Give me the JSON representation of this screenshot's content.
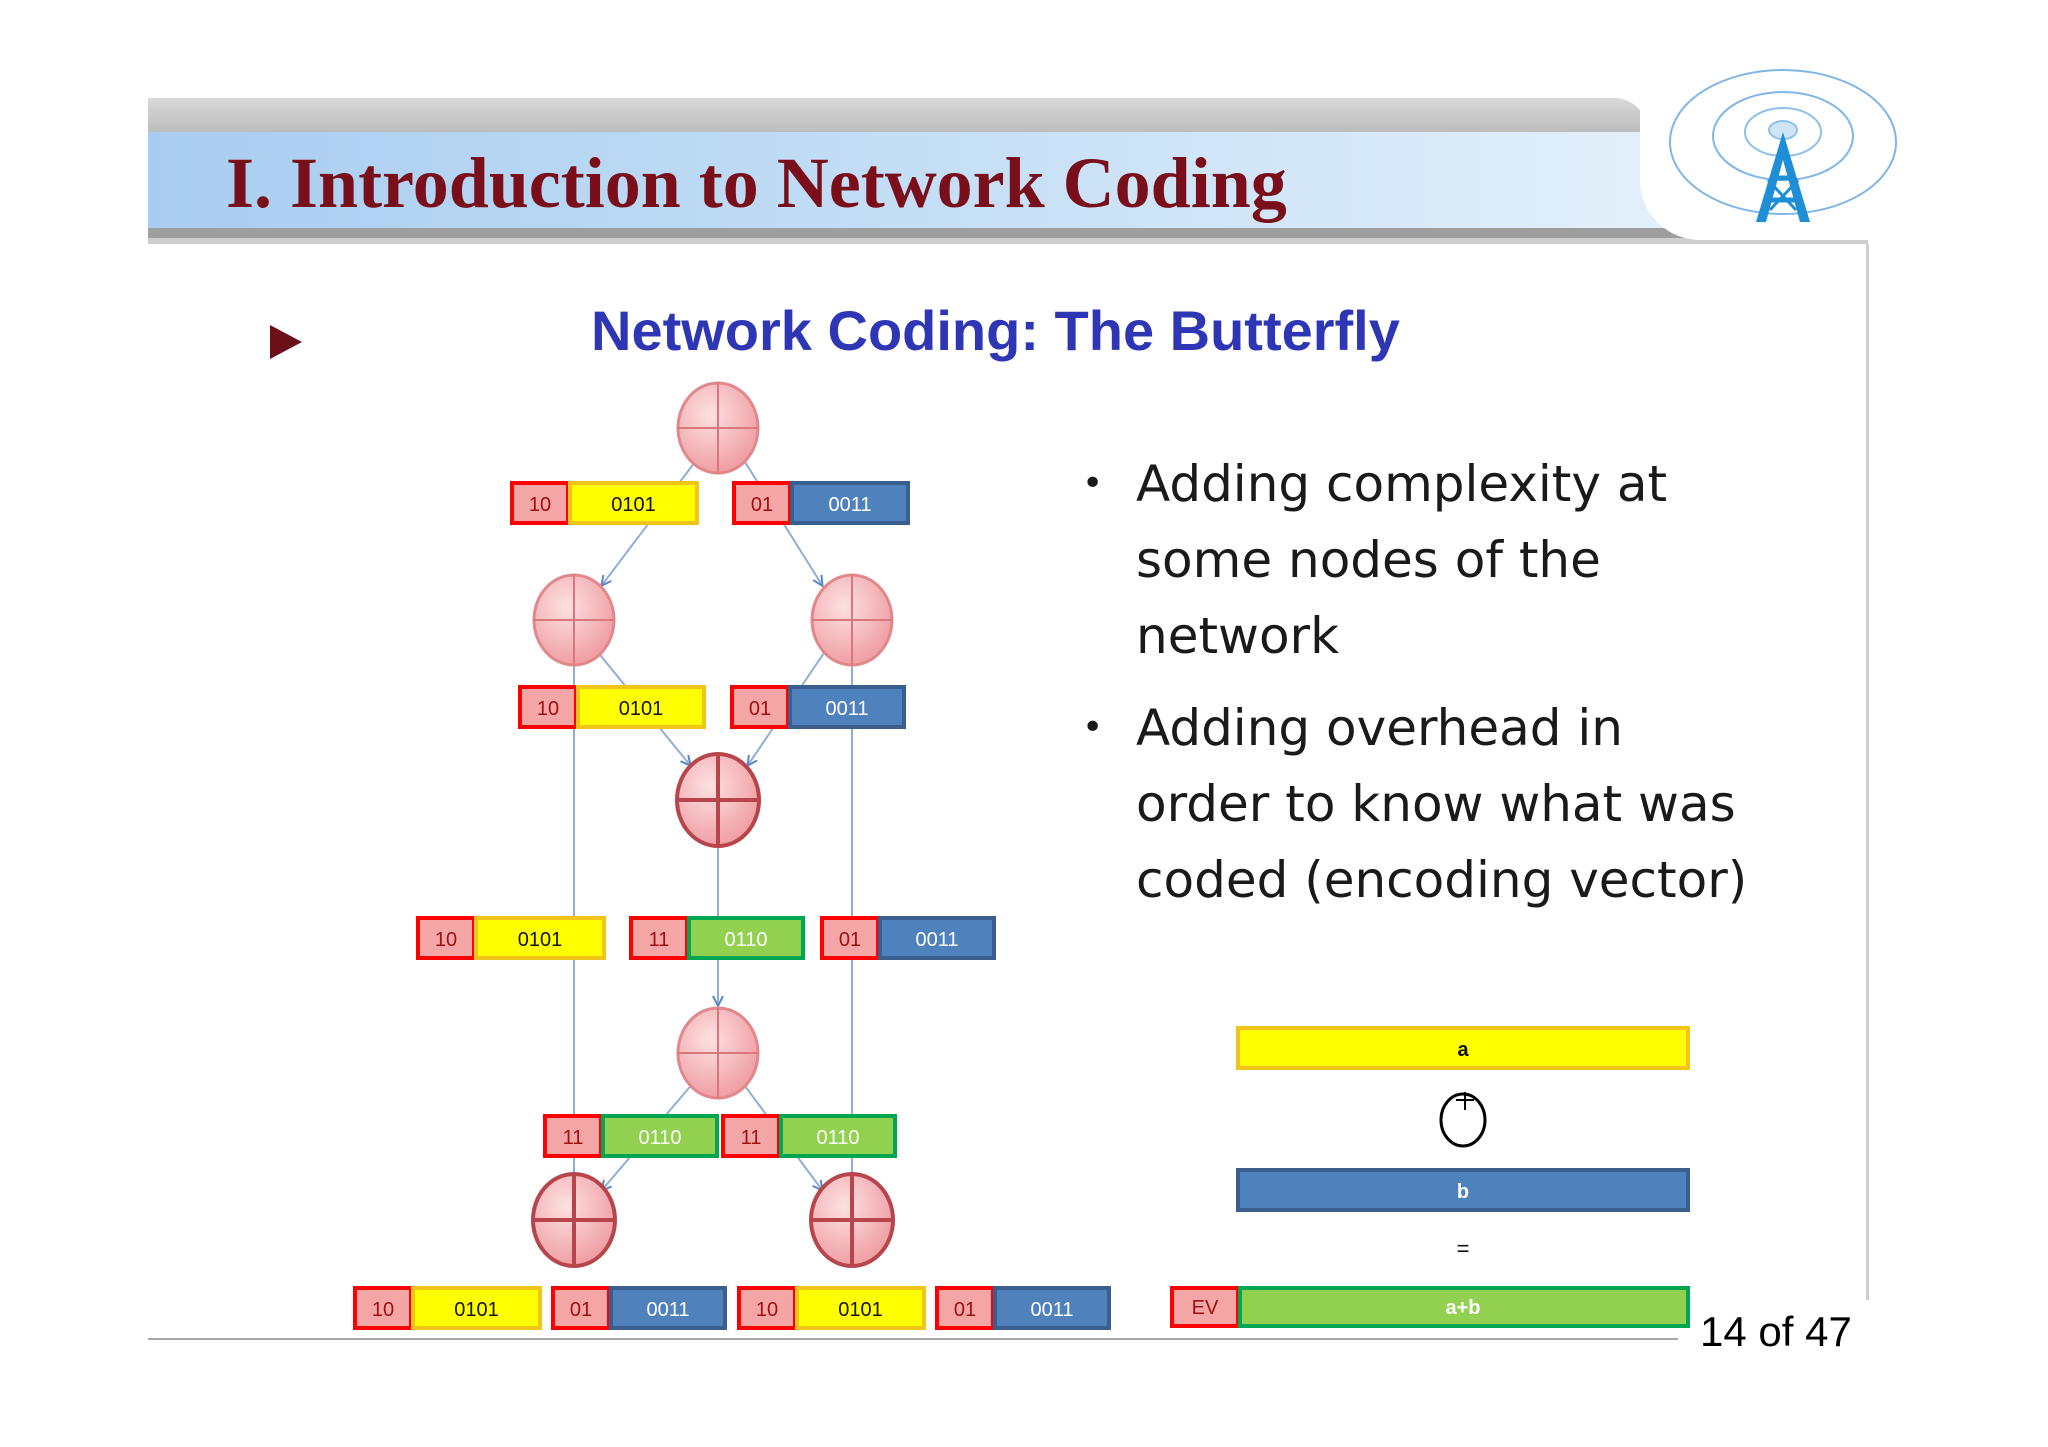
{
  "header": {
    "title": "I. Introduction to Network Coding"
  },
  "section": {
    "heading": "Network Coding: The Butterfly"
  },
  "bullets": [
    {
      "lines": [
        "Adding complexity at",
        "some nodes of the",
        "network"
      ]
    },
    {
      "lines": [
        "Adding overhead in",
        "order to know what was",
        "coded (encoding vector)"
      ]
    }
  ],
  "packets": {
    "r1a": {
      "ev": "10",
      "data": "0101"
    },
    "r1b": {
      "ev": "01",
      "data": "0011"
    },
    "r2a": {
      "ev": "10",
      "data": "0101"
    },
    "r2b": {
      "ev": "01",
      "data": "0011"
    },
    "r3a": {
      "ev": "10",
      "data": "0101"
    },
    "r3b": {
      "ev": "11",
      "data": "0110"
    },
    "r3c": {
      "ev": "01",
      "data": "0011"
    },
    "r4a": {
      "ev": "11",
      "data": "0110"
    },
    "r4b": {
      "ev": "11",
      "data": "0110"
    },
    "r5a": {
      "ev": "10",
      "data": "0101"
    },
    "r5b": {
      "ev": "01",
      "data": "0011"
    },
    "r5c": {
      "ev": "10",
      "data": "0101"
    },
    "r5d": {
      "ev": "01",
      "data": "0011"
    }
  },
  "legend": {
    "a": "a",
    "b": "b",
    "equals": "=",
    "ev": "EV",
    "sum": "a+b"
  },
  "colors": {
    "yellow": "#ffff00",
    "blue": "#4f81bd",
    "green": "#92d050",
    "red": "#ff0000",
    "node": "#f4b6b8"
  },
  "footer": {
    "page": "14 of 47"
  }
}
